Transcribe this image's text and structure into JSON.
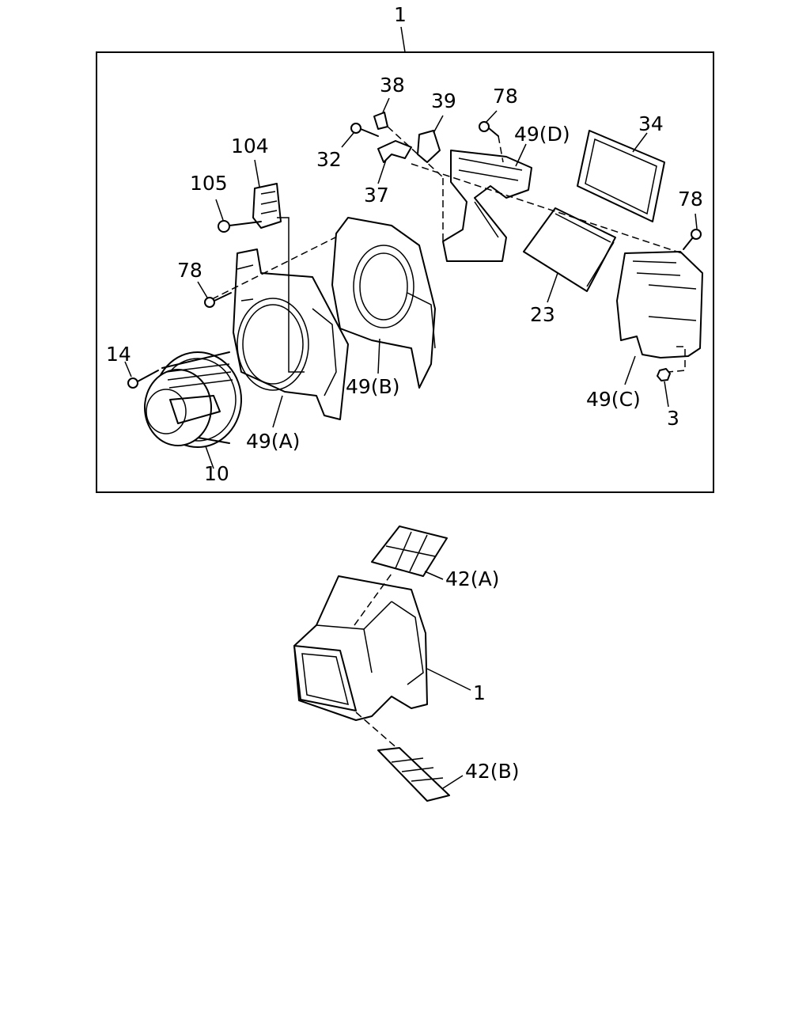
{
  "callouts": {
    "c1_top": "1",
    "c38": "38",
    "c39": "39",
    "c78_a": "78",
    "c49d": "49(D)",
    "c34": "34",
    "c32": "32",
    "c37": "37",
    "c104": "104",
    "c105": "105",
    "c78_b": "78",
    "c78_c": "78",
    "c23": "23",
    "c14": "14",
    "c49b": "49(B)",
    "c49c": "49(C)",
    "c3": "3",
    "c49a": "49(A)",
    "c10": "10",
    "c42a": "42(A)",
    "c1_bottom": "1",
    "c42b": "42(B)"
  }
}
